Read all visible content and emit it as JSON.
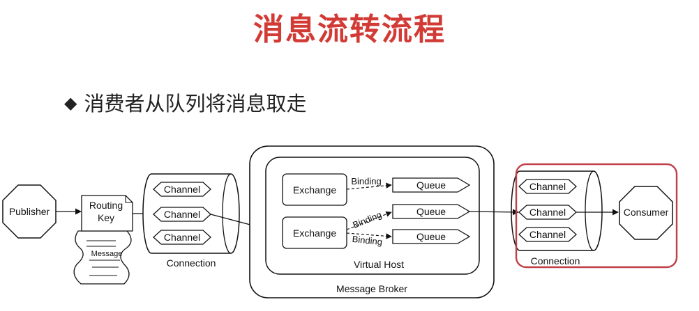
{
  "title": "消息流转流程",
  "bullet": "消费者从队列将消息取走",
  "colors": {
    "title": "#d23b35",
    "highlight": "#c0404a",
    "ink": "#111111"
  },
  "icons": {
    "bullet": "diamond-bullet-icon"
  },
  "nodes": {
    "publisher": "Publisher",
    "routing_key": "Routing Key",
    "routing_key_line1": "Routing",
    "routing_key_line2": "Key",
    "message": "Message",
    "channel": "Channel",
    "connection_left": "Connection",
    "connection_right": "Connection",
    "exchange": "Exchange",
    "binding": "Binding",
    "queue": "Queue",
    "virtual_host": "Virtual Host",
    "message_broker": "Message Broker",
    "consumer": "Consumer"
  }
}
